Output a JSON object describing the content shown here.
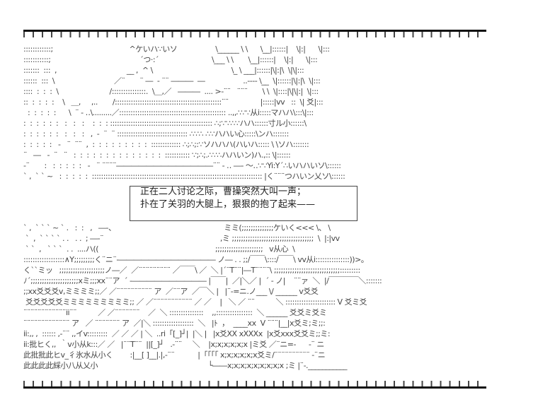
{
  "caption": {
    "line1": "正在二人讨论之际，曹操突然大叫一声；",
    "line2": "扑在了关羽的大腿上，狠狠的抱了起来——"
  },
  "art_lines": [
    "::::::::::::;                                    ^ケいハ∵いソ                  \\______ \\ \\      \\__|::::::|    \\|:|      \\|:::",
    ":::::::::::;                                          ´つ·:´                         \\___ \\ \\       \\__|::::::|    \\|:|      \\|:::",
    ":::::::  :::  ,                                 __ ,  ^ \\                                     \\_ \\ ___|::::::|\\|:|\\  \\|\\|:::",
    "::::::  :::  \\                            ／¨       ¨ ―  ‐ ¨¨ ―――  ―                  ..---- \\__  \\|::::::|\\|:|\\  \\|:::",
    "::::  :  :  :  \\                        /:::::::::::::::.  \\＿,／   ―――  .... >‐¨¨   ¨¨¨       \\ \\  \\|::::|\\|\\|:|  \\|:::",
    "::  :  :  :  :    \\   ＿,     ,..       /:::::::::::::::::::::::::::::::::::::::::::::::¨¨               |:::::|vv   ::  \\| 爻|:::",
    "  :  :  :  :  :      \\  ¨ ‐ ‥\\.........／::::::::::::::::::::::::::::::::::::::::::::::: ..,,∴∵∵从i:::::マハハ\\:::\\|:::",
    ":  :  :  :  :  :   :   :   :    :  :  : ::::::::::::::::::::::::::::::::::::::::::::: ∴;∵∵∴∵ハハ::::::寸ル小::::::\\",
    ":  :  :  :  :  :   :   :   :   ,  ‐  ¨  ¨ ::::::::::::::::::::::::::::::: ∴∵∴ ∴∵ハハい心:::::\\ンハ:::::::",
    ":  :  :  :  :   ‐   ¨  ¨¨  ,  :  :  :  :  :  :  :  :  :  ::::::::::::: ∴;∴;:∵ソハハハ(ハいハ::::: \\ \\ソハ:::::::",
    "¨   ―   ‐  ¨   ¨   :  :  :  :  :  :  :  :  :  :  :  :  :  :  ::::::::::: ∵;∴;.∴∵∴ハハいン)ハ.,:: \\|::::::",
    "‐¨       :   :  :  :  :  :   ‐   ¨ ¨¨¨¨―――――――――――――¨¨ ‐ ‥ ―‐ ～‥∵∵Yi:Y´∴いハハいソ\\::::::",
    "` ,  ` ` ~   :  :  :  :  :  ::::::::::::::::::::::::::::::::::::::::::::::::::::::::::::::::::::::::::: |く¨¨¨つハいン乂ソ\\::::::",
    "` ,  ` ` ` ~ ` .   :  :   ,   ―‐、                                                   ミミ(;;;;;;;;;;;;;;ケいく<<< \\、 \\",
    " `  ,  ` ` ` ` . .   . .  ; ―‐¨                                                       ,ミ ;;;;;;;;;;;;;;;;;;;;;;;;;;;;;;;;;;;;  \\  |:|vv",
    " ` `  ,   ` ` `  . .  ....ハ((                                                       ;;;;;;;;;;;;;;;;;;;;;   v从心  \\",
    "::::::::::::::::::∧Y;;;;;;;;;く¨ニ¨‐――――――――――――― ノ― . . ;;/￣￣\\::::/￣￣\\ vv从i:::::::::::::::))>。",
    "く``ミッ   ;;;;;;;;;;;;;;;;;;;;ノ―／  ／¨¨¨¨¨¨¨¨¨ ／￣￣\\ ／  ＼ |´¨T¨¨|―T¨¨¨¨\\ ;;;;;;;;;;;;;;;;;;;;;;;;;;;;;:::::::::",
    "ﾉ´;;;;;;;;;;;;;;;;;;;;;xミ;;;xx¨¨ア  ´ ‐―――――――――― |￣￣|  ／|＼／ |  ´ ‐ ノ|    ¨¨ァ  ＼  |/￣￣￣￣＼:::::::",
    ";;xx爻爻爻v,ミミミミ;;／ ／¨¨¨¨¨¨¨¨¨¨ ア  ／¨¨ア  ／￣＼ |   |¨‐=ニ.ノ___ \\/ ______ v爻爻",
    " 爻爻爻爻爻ミミミミミミミミミ;; ／ ／¨¨¨¨¨¨¨¨¨¨¨ ／ ／    |   ＼ ／ ¨¨          ＼ :::::::::::::::::::::: V 爻ミ爻",
    "¨¨¨¨¨¨¨¨¨¨¨¨ii¨¨          ／ ／¨¨¨¨¨¨¨    ／  ＼ :::::::::::::::    ,,::::::::::::::::  ＼ ______ 爻爻ミ爻ミ",
    "¨¨¨¨¨¨¨¨¨¨¨¨¨ ア   ／ ¨¨¨¨¨¨¨ ア  ／|＼ ::::::::::::::::::  ＼   |ﾄ  ，  ____xx  V ¨¨¨|__|x爻ミ;ミ;;:",
    "ii:,, ,  :::::: ,‐¨¨ ,,イv:::::::::  ／ ／ ／ | ＼  ..ri「[_]┘|  |＼ |   |x爻XX xXXXx  |x爻xxx爻爻ミ;;ミ:",
    "ii:批ヒく,,  ｀v小从k:::／ ／   |¨¨T¨¨  ||[_]┘   .‐¨¨     ＼    |x;x;x;x;x;x |ミ爻 ／¨ニ=‐      ‐¨ ニ",
    "此批批此ヒv_彳氷水从小く        :|__[ ]__|.|,‐¨¨           |「「「「 x;x;x;x;x;x爻ミ/¨¨¨¨¨¨¨¨¨¨ ‐¨ニ",
    "此此此此綵小八从乂小                                                    └――x;x;x;x;x;x;x;x;x ;ミ |¨‐.___________"
  ],
  "colors": {
    "ink": "#444444",
    "background": "#ffffff",
    "rule": "#111111"
  }
}
